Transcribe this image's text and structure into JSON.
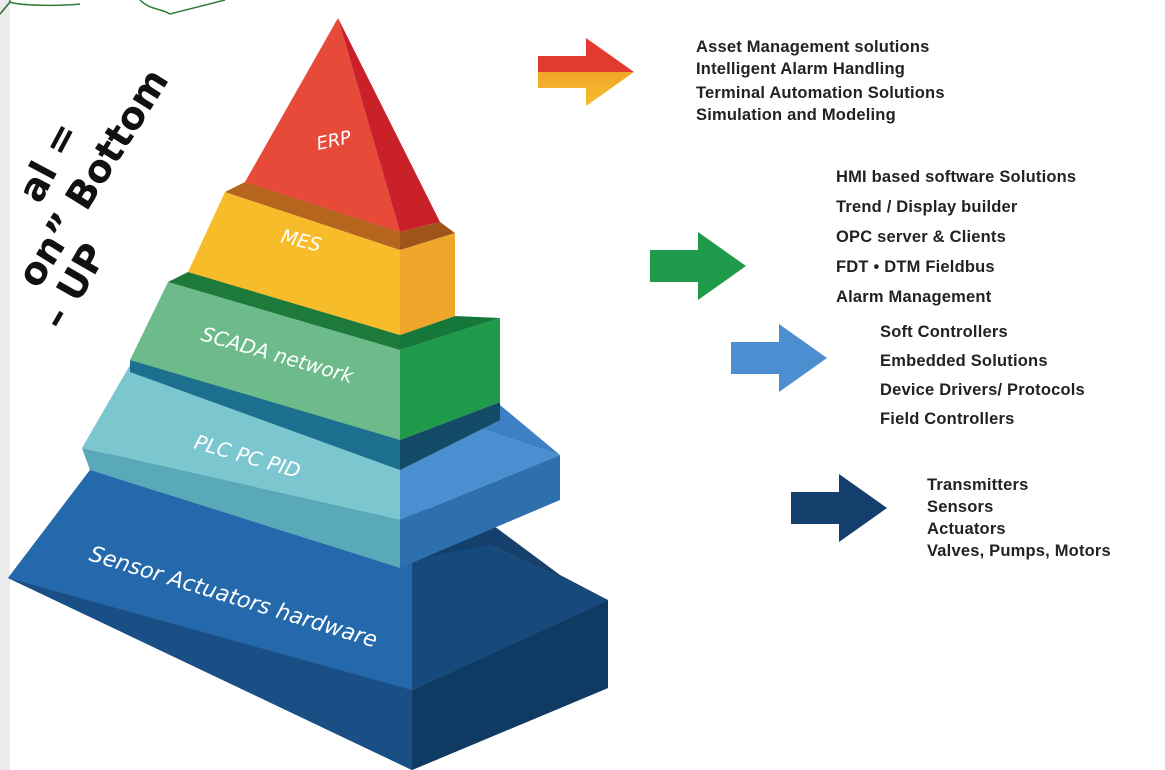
{
  "callout": {
    "line1": "al =",
    "line2": "on” Bottom",
    "line3": "– UP"
  },
  "pyramid": {
    "layers": [
      {
        "id": "erp",
        "label": "ERP",
        "color": "#e23a30"
      },
      {
        "id": "mes",
        "label": "MES",
        "color": "#f7bc2a"
      },
      {
        "id": "scada",
        "label": "SCADA network",
        "color": "#6dbb8b"
      },
      {
        "id": "plc",
        "label": "PLC PC PID",
        "color": "#7cc7cf"
      },
      {
        "id": "sensor",
        "label": "Sensor Actuators hardware",
        "color": "#1f5d9c"
      }
    ]
  },
  "arrows": {
    "erp_colors": [
      "#e23a30",
      "#f7bc2a"
    ],
    "mes_scada": "#1f9a4a",
    "plc": "#4b8fd0",
    "sensor": "#123f6c"
  },
  "groups": {
    "top": [
      "Asset Management solutions",
      "Intelligent Alarm Handling",
      "Terminal Automation Solutions",
      "Simulation and Modeling"
    ],
    "mid": [
      "HMI based software Solutions",
      "Trend / Display builder",
      "OPC server & Clients",
      "FDT • DTM Fieldbus",
      "Alarm Management"
    ],
    "control": [
      "Soft Controllers",
      "Embedded Solutions",
      "Device Drivers/ Protocols",
      "Field Controllers"
    ],
    "field": [
      "Transmitters",
      "Sensors",
      "Actuators",
      "Valves, Pumps, Motors"
    ]
  }
}
